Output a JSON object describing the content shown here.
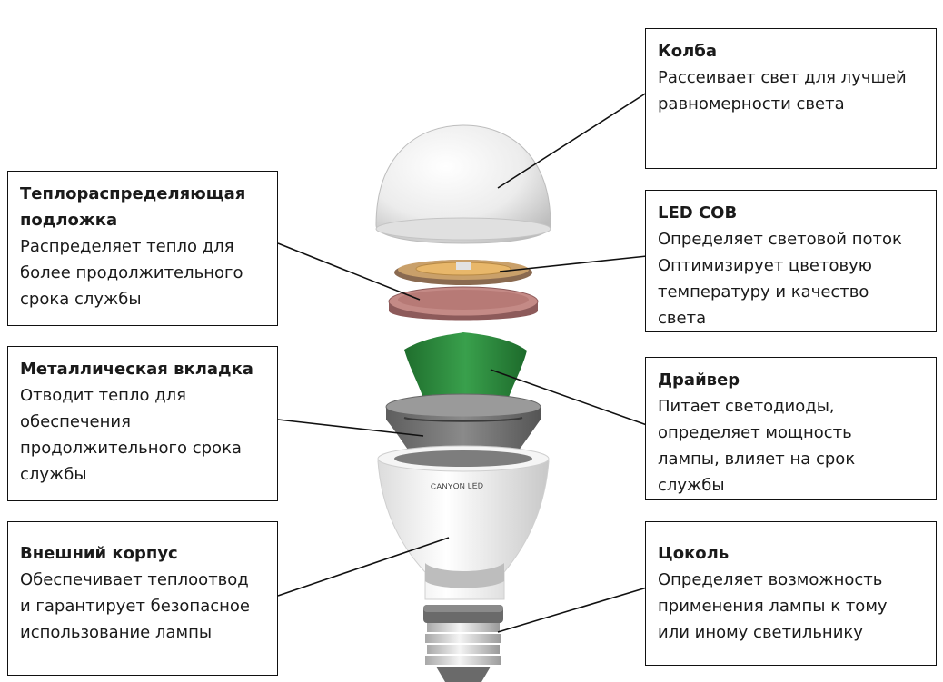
{
  "brand_mark": "CANYON LED",
  "callouts": {
    "bulb": {
      "title": "Колба",
      "lines": [
        "Рассеивает свет для лучшей",
        "равномерности света"
      ]
    },
    "led_cob": {
      "title": "LED COB",
      "lines": [
        "Определяет световой поток",
        "Оптимизирует цветовую",
        "температуру и качество",
        "света"
      ]
    },
    "driver": {
      "title": "Драйвер",
      "lines": [
        "Питает светодиоды,",
        "определяет мощность",
        "лампы, влияет на срок",
        "службы"
      ]
    },
    "base": {
      "title": "Цоколь",
      "lines": [
        "Определяет возможность",
        "применения лампы к тому",
        "или иному светильнику"
      ]
    },
    "substrate": {
      "title_lines": [
        "Теплораспределяющая",
        "подложка"
      ],
      "lines": [
        "Распределяет тепло для",
        "более продолжительного",
        "срока службы"
      ]
    },
    "metal_insert": {
      "title": "Металлическая вкладка",
      "lines": [
        "Отводит тепло для",
        "обеспечения",
        "продолжительного срока",
        "службы"
      ]
    },
    "housing": {
      "title": "Внешний корпус",
      "lines": [
        "Обеспечивает теплоотвод",
        "и гарантирует безопасное",
        "использование лампы"
      ]
    }
  },
  "colors": {
    "dome": "#f2f2f2",
    "cob_ring": "#c9a06a",
    "substrate": "#b07878",
    "driver_board": "#2e8b3e",
    "metal_insert": "#7a7a7a",
    "housing": "#ececec",
    "base_thread": "#d0d0d0"
  }
}
